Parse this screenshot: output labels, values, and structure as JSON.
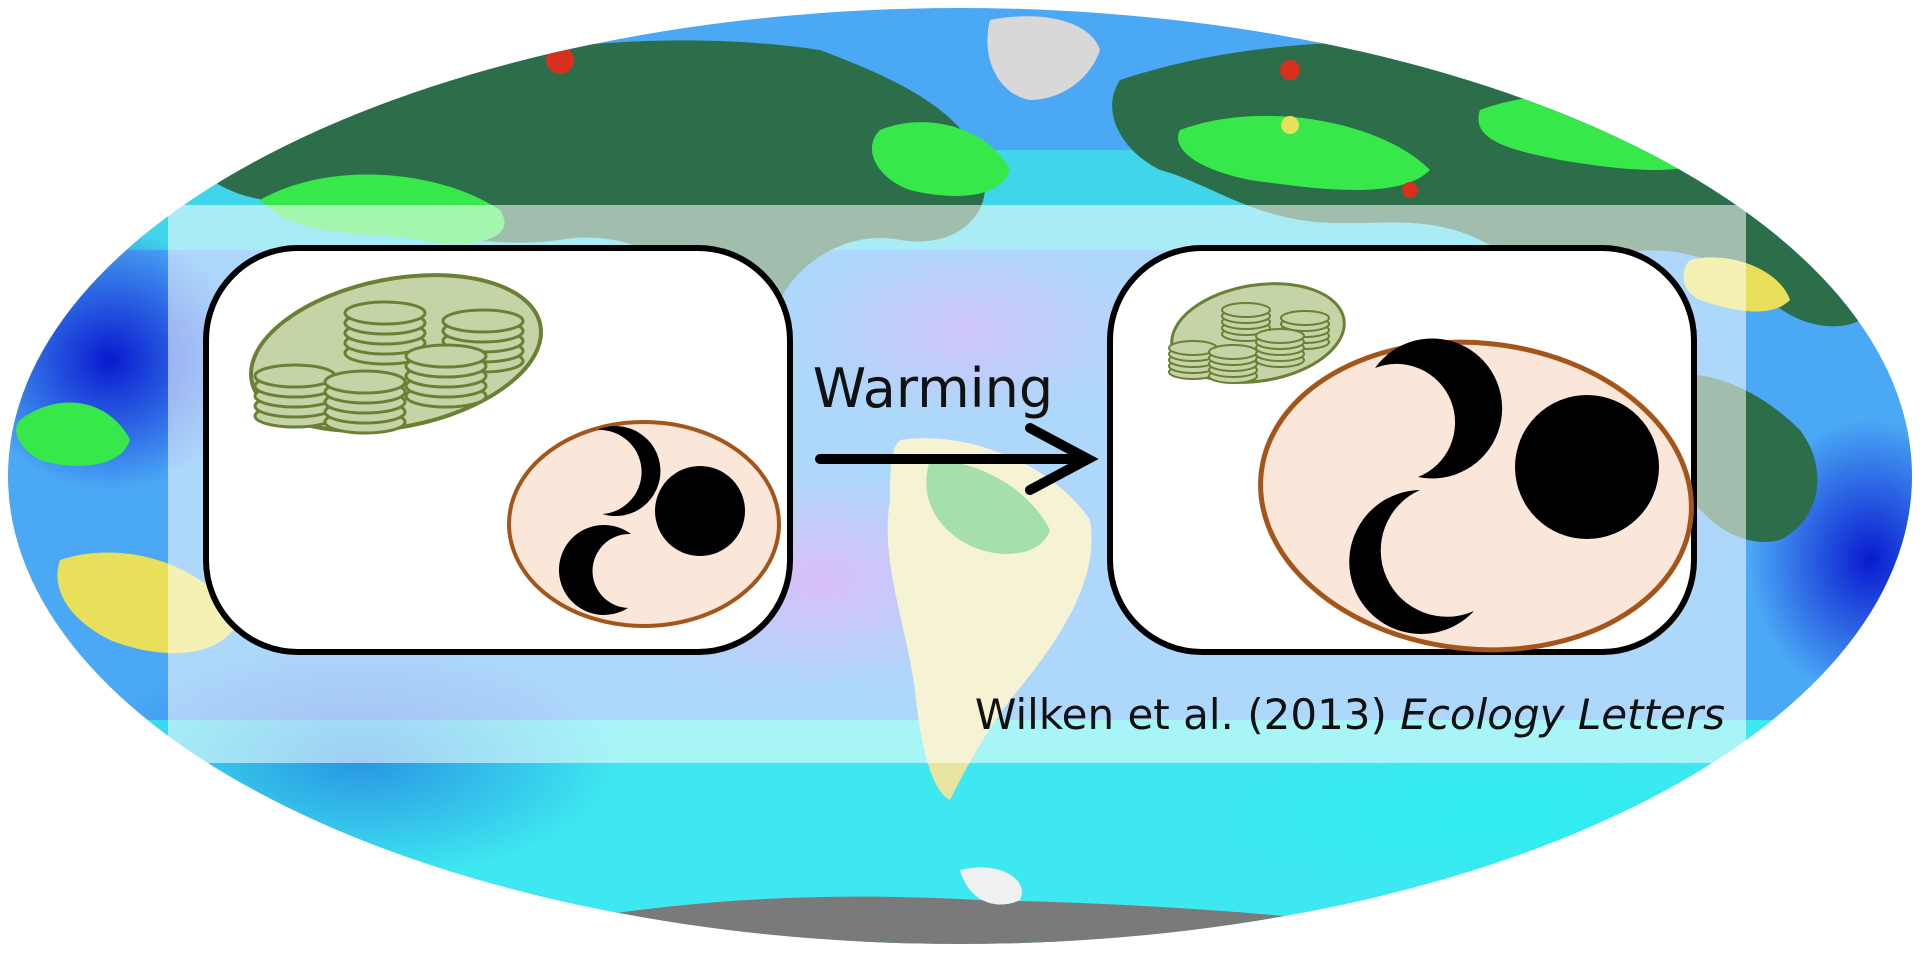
{
  "diagram": {
    "arrow_label": "Warming",
    "citation": {
      "authors_year": "Wilken et al. (2013)",
      "journal": "Ecology Letters"
    },
    "colors": {
      "ocean_blue": "#4aa8f5",
      "deep_blue": "#1e2fd8",
      "cyan": "#3ee8f0",
      "land_green": "#2d6e4a",
      "bright_green": "#36e84a",
      "yellow": "#e8e05a",
      "red": "#d8301e",
      "ice": "#d8d8d8",
      "overlay": "#ffffff",
      "chloroplast_fill": "#c5d4a6",
      "chloroplast_stroke": "#6b8035",
      "vacuole_fill": "#fbe6da",
      "vacuole_stroke": "#a4561a",
      "cell_stroke": "#000000"
    },
    "icons": [
      "chloroplast-icon",
      "food-vacuole-icon",
      "prey-cell-icon",
      "arrow-right-icon",
      "world-map-background"
    ]
  }
}
